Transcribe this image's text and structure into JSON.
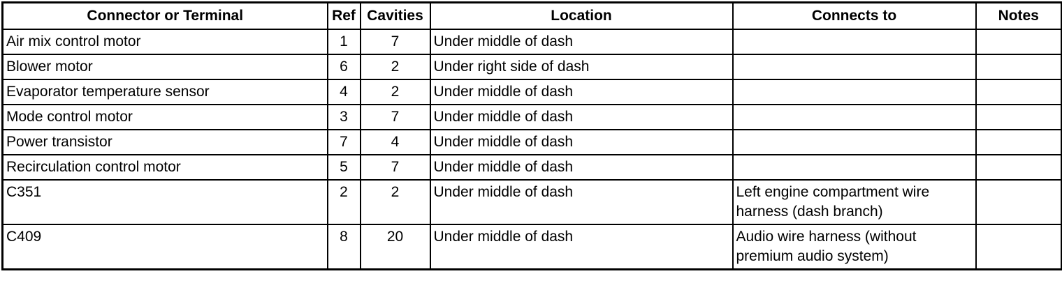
{
  "table": {
    "name": "connector-or-terminal-table",
    "columns": [
      {
        "key": "name",
        "label": "Connector or Terminal",
        "align": "center"
      },
      {
        "key": "ref",
        "label": "Ref",
        "align": "center"
      },
      {
        "key": "cavities",
        "label": "Cavities",
        "align": "center"
      },
      {
        "key": "location",
        "label": "Location",
        "align": "center"
      },
      {
        "key": "connects",
        "label": "Connects to",
        "align": "center"
      },
      {
        "key": "notes",
        "label": "Notes",
        "align": "center"
      }
    ],
    "rows": [
      {
        "name": "Air mix control motor",
        "ref": "1",
        "cavities": "7",
        "location": "Under middle of dash",
        "connects": "",
        "notes": "",
        "height": "single"
      },
      {
        "name": "Blower motor",
        "ref": "6",
        "cavities": "2",
        "location": "Under right side of dash",
        "connects": "",
        "notes": "",
        "height": "single"
      },
      {
        "name": "Evaporator temperature sensor",
        "ref": "4",
        "cavities": "2",
        "location": "Under middle of dash",
        "connects": "",
        "notes": "",
        "height": "single"
      },
      {
        "name": "Mode control motor",
        "ref": "3",
        "cavities": "7",
        "location": "Under middle of dash",
        "connects": "",
        "notes": "",
        "height": "single"
      },
      {
        "name": "Power transistor",
        "ref": "7",
        "cavities": "4",
        "location": "Under middle of dash",
        "connects": "",
        "notes": "",
        "height": "single"
      },
      {
        "name": "Recirculation control motor",
        "ref": "5",
        "cavities": "7",
        "location": "Under middle of dash",
        "connects": "",
        "notes": "",
        "height": "single"
      },
      {
        "name": "C351",
        "ref": "2",
        "cavities": "2",
        "location": "Under middle of dash",
        "connects": "Left engine compartment wire\nharness (dash branch)",
        "notes": "",
        "height": "double"
      },
      {
        "name": "C409",
        "ref": "8",
        "cavities": "20",
        "location": "Under middle of dash",
        "connects": "Audio wire harness (without\npremium audio system)",
        "notes": "",
        "height": "double"
      }
    ]
  },
  "colors": {
    "text": "#000000",
    "background": "#ffffff",
    "border": "#000000"
  }
}
